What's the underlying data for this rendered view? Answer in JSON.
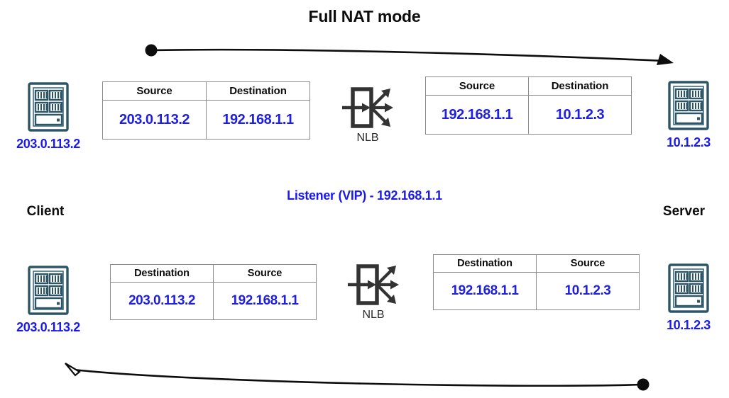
{
  "diagram": {
    "title": "Full NAT mode",
    "vip_label": "Listener (VIP) - 192.168.1.1",
    "client_label": "Client",
    "server_label": "Server",
    "colors": {
      "value_blue": "#1f1fe0",
      "label_blue": "#1a1aee",
      "device_teal": "#2d5566",
      "nlb_dark": "#333333",
      "table_border": "#8a8a8a",
      "arrow": "#0d0d0d"
    },
    "endpoints": {
      "client_ip": "203.0.113.2",
      "server_ip": "10.1.2.3",
      "device_icon": "server-rack-icon"
    },
    "rows": [
      {
        "name": "request-path",
        "direction": "client-to-server",
        "arrow": {
          "name": "top-flow-arrow",
          "start_marker": "filled-dot",
          "end_marker": "filled-arrowhead"
        },
        "left_table": {
          "headers": [
            "Source",
            "Destination"
          ],
          "values": [
            "203.0.113.2",
            "192.168.1.1"
          ]
        },
        "nlb": {
          "label": "NLB",
          "icon": "load-balancer-icon"
        },
        "right_table": {
          "headers": [
            "Source",
            "Destination"
          ],
          "values": [
            "192.168.1.1",
            "10.1.2.3"
          ]
        }
      },
      {
        "name": "response-path",
        "direction": "server-to-client",
        "arrow": {
          "name": "bottom-flow-arrow",
          "start_marker": "filled-dot",
          "end_marker": "hollow-arrowhead"
        },
        "left_table": {
          "headers": [
            "Destination",
            "Source"
          ],
          "values": [
            "203.0.113.2",
            "192.168.1.1"
          ]
        },
        "nlb": {
          "label": "NLB",
          "icon": "load-balancer-icon"
        },
        "right_table": {
          "headers": [
            "Destination",
            "Source"
          ],
          "values": [
            "192.168.1.1",
            "10.1.2.3"
          ]
        }
      }
    ]
  }
}
